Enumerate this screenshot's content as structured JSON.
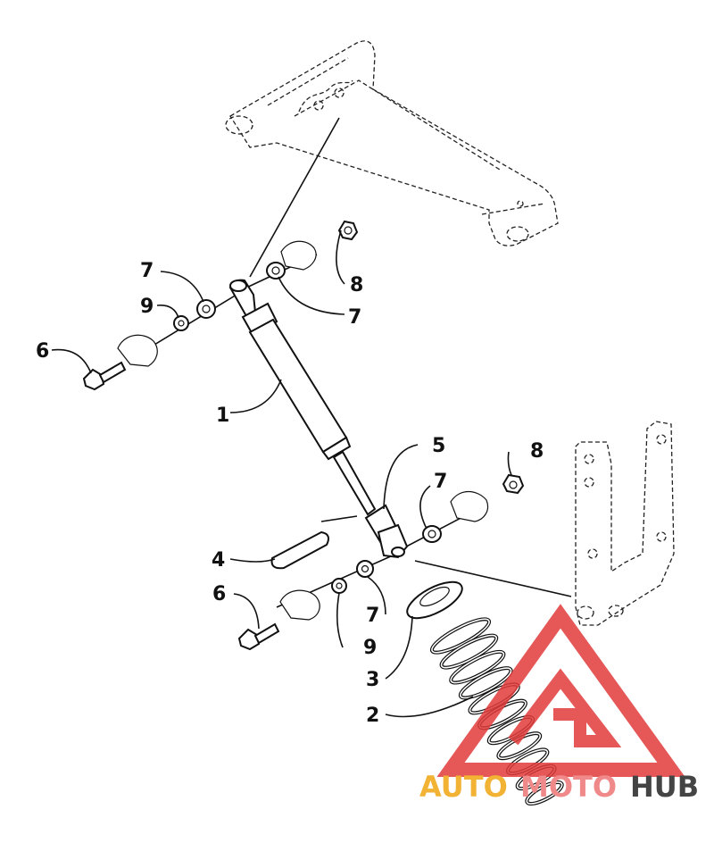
{
  "callouts": [
    {
      "id": "c1",
      "text": "1"
    },
    {
      "id": "c2",
      "text": "2"
    },
    {
      "id": "c3",
      "text": "3"
    },
    {
      "id": "c4",
      "text": "4"
    },
    {
      "id": "c5",
      "text": "5"
    },
    {
      "id": "c6a",
      "text": "6"
    },
    {
      "id": "c6b",
      "text": "6"
    },
    {
      "id": "c7a",
      "text": "7"
    },
    {
      "id": "c7b",
      "text": "7"
    },
    {
      "id": "c7c",
      "text": "7"
    },
    {
      "id": "c7d",
      "text": "7"
    },
    {
      "id": "c8a",
      "text": "8"
    },
    {
      "id": "c8b",
      "text": "8"
    },
    {
      "id": "c9a",
      "text": "9"
    },
    {
      "id": "c9b",
      "text": "9"
    }
  ],
  "watermark": {
    "part1": "AUTO",
    "part2": "MOTO",
    "part3": "HUB",
    "color1": "#f2b233",
    "color2": "#f08a8a",
    "color3": "#444444"
  },
  "colors": {
    "line": "#111111",
    "logo": "#e23b3b"
  }
}
